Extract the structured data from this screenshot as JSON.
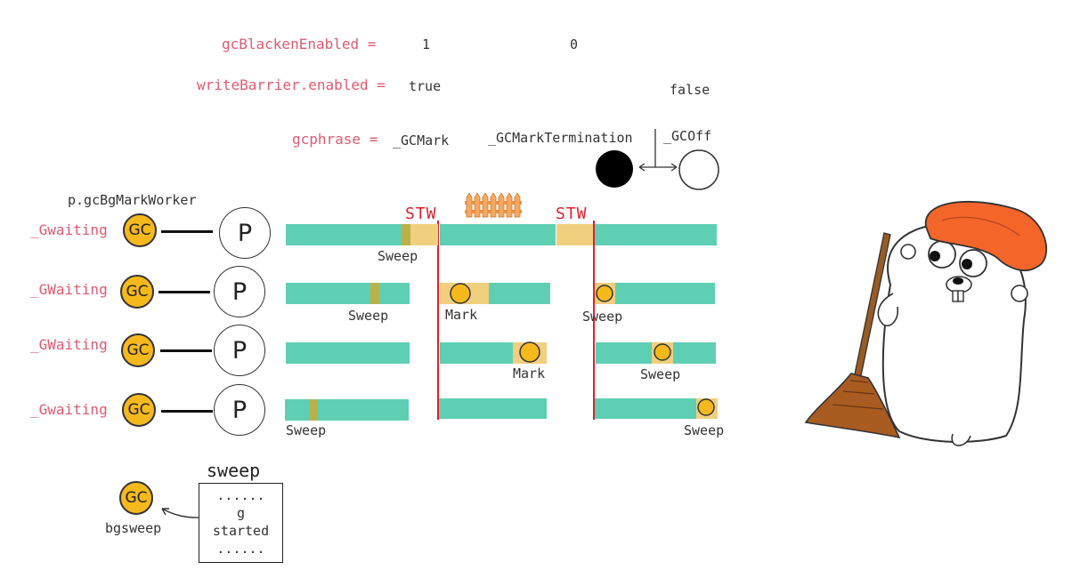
{
  "vars": {
    "gcBlackenEnabled": {
      "label": "gcBlackenEnabled =",
      "v1": "1",
      "v2": "0"
    },
    "writeBarrier": {
      "label": "writeBarrier.enabled =",
      "v1": "true",
      "v2": "false"
    },
    "gcphrase": {
      "label": "gcphrase =",
      "phases": [
        "_GCMark",
        "_GCMarkTermination",
        "_GCOff"
      ]
    }
  },
  "worker_label": "p.gcBgMarkWorker",
  "stw_label": "STW",
  "procs": [
    {
      "state": "_Gwaiting",
      "gc": "GC",
      "p": "P"
    },
    {
      "state": "_GWaiting",
      "gc": "GC",
      "p": "P"
    },
    {
      "state": "_GWaiting",
      "gc": "GC",
      "p": "P"
    },
    {
      "state": "_Gwaiting",
      "gc": "GC",
      "p": "P"
    }
  ],
  "timeline_labels": {
    "sweep": "Sweep",
    "mark": "Mark"
  },
  "bgsweep": {
    "gc": "GC",
    "name": "bgsweep",
    "box_title": "sweep",
    "box_lines": [
      "......",
      "g",
      "started",
      "......"
    ]
  },
  "colors": {
    "bar": "#5fcfb4",
    "sweep_mark": "#b9b24a",
    "assist": "#f0cf7e",
    "gc": "#f6b91c",
    "stw": "#e0202e",
    "label_red": "#e05a73",
    "gopher_hat": "#f4652a"
  }
}
